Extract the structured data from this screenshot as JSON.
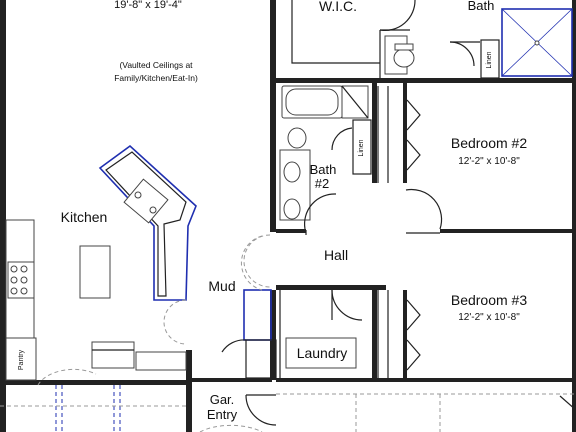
{
  "rooms": {
    "family_dims": "19'-8\" x 19'-4\"",
    "vault_line1": "(Vaulted Ceilings at",
    "vault_line2": "Family/Kitchen/Eat-In)",
    "wic": "W.I.C.",
    "bath_top": "Bath",
    "linen_top": "Linen",
    "bedroom2": "Bedroom #2",
    "bedroom2_dims": "12'-2\" x 10'-8\"",
    "linen_mid": "Linen",
    "bath2_line1": "Bath",
    "bath2_line2": "#2",
    "kitchen": "Kitchen",
    "hall": "Hall",
    "mud": "Mud",
    "bedroom3": "Bedroom #3",
    "bedroom3_dims": "12'-2\" x 10'-8\"",
    "laundry": "Laundry",
    "pantry": "Pantry",
    "gar_entry1": "Gar.",
    "gar_entry2": "Entry"
  },
  "colors": {
    "walls": "#222222",
    "accent_outline": "#1f2fb0",
    "fixtures": "#444444"
  }
}
